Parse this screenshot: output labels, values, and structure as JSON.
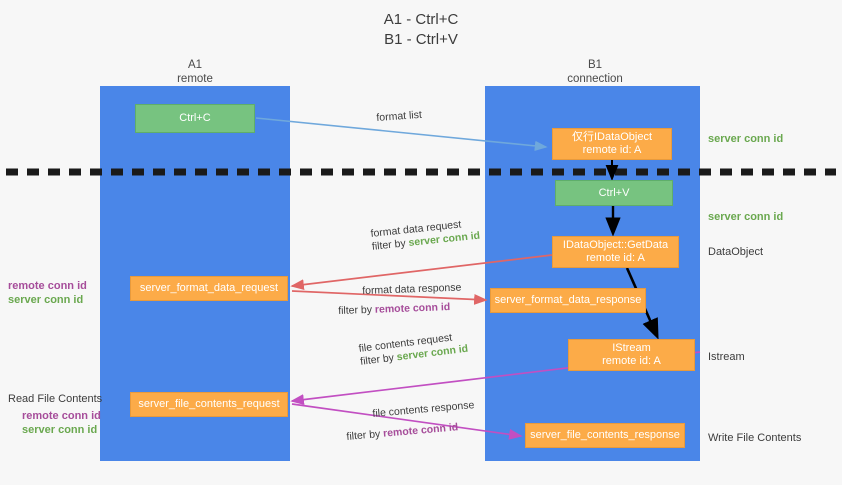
{
  "title": {
    "line1": "A1 - Ctrl+C",
    "line2": "B1 - Ctrl+V"
  },
  "lanes": [
    {
      "id": "a1",
      "name": "A1",
      "role": "remote",
      "color": "#4a86e8"
    },
    {
      "id": "b1",
      "name": "B1",
      "role": "connection",
      "color": "#4a86e8"
    }
  ],
  "boxes": {
    "ctrl_c": {
      "label": "Ctrl+C",
      "color": "#77c380"
    },
    "idataobject": {
      "line1": "仅行IDataObject",
      "line2": "remote id: A",
      "color": "#fcab48"
    },
    "ctrl_v": {
      "label": "Ctrl+V",
      "color": "#77c380"
    },
    "getdata": {
      "line1": "IDataObject::GetData",
      "line2": "remote id: A",
      "color": "#fcab48"
    },
    "format_data_request": {
      "label": "server_format_data_request",
      "color": "#fcab48"
    },
    "format_data_response": {
      "label": "server_format_data_response",
      "color": "#fcab48"
    },
    "istream": {
      "line1": "IStream",
      "line2": "remote id: A",
      "color": "#fcab48"
    },
    "file_contents_request": {
      "label": "server_file_contents_request",
      "color": "#fcab48"
    },
    "file_contents_response": {
      "label": "server_file_contents_response",
      "color": "#fcab48"
    }
  },
  "captions": {
    "format_list": "format list",
    "format_data_request": "format data request",
    "format_data_request_filter_prefix": "filter by ",
    "format_data_request_filter_value": "server conn id",
    "format_data_response": "format data response",
    "format_data_response_filter_prefix": "filter by ",
    "format_data_response_filter_value": "remote conn id",
    "file_contents_request": "file contents request",
    "file_contents_request_filter_prefix": "filter by ",
    "file_contents_request_filter_value": "server conn id",
    "file_contents_response": "file contents response",
    "file_contents_response_filter_prefix": "filter by ",
    "file_contents_response_filter_value": "remote conn id"
  },
  "side_notes": {
    "right_server_conn_top": "server conn id",
    "right_server_conn_mid": "server conn id",
    "right_dataobject": "DataObject",
    "right_istream": "Istream",
    "right_write_file": "Write File Contents",
    "left_remote_conn_1": "remote conn id",
    "left_server_conn_1": "server conn id",
    "left_read_file_header": "Read File Contents",
    "left_remote_conn_2": "remote conn id",
    "left_server_conn_2": "server conn id"
  },
  "colors": {
    "lane": "#4a86e8",
    "green_box": "#77c380",
    "orange_box": "#fcab48",
    "green_text": "#6aa84f",
    "purple_text": "#a64d9a",
    "arrow_blue": "#6fa8dc",
    "arrow_red": "#e06666",
    "arrow_magenta": "#c24fc2",
    "arrow_black": "#000000",
    "divider": "#1a1a1a",
    "background": "#f7f7f7"
  }
}
